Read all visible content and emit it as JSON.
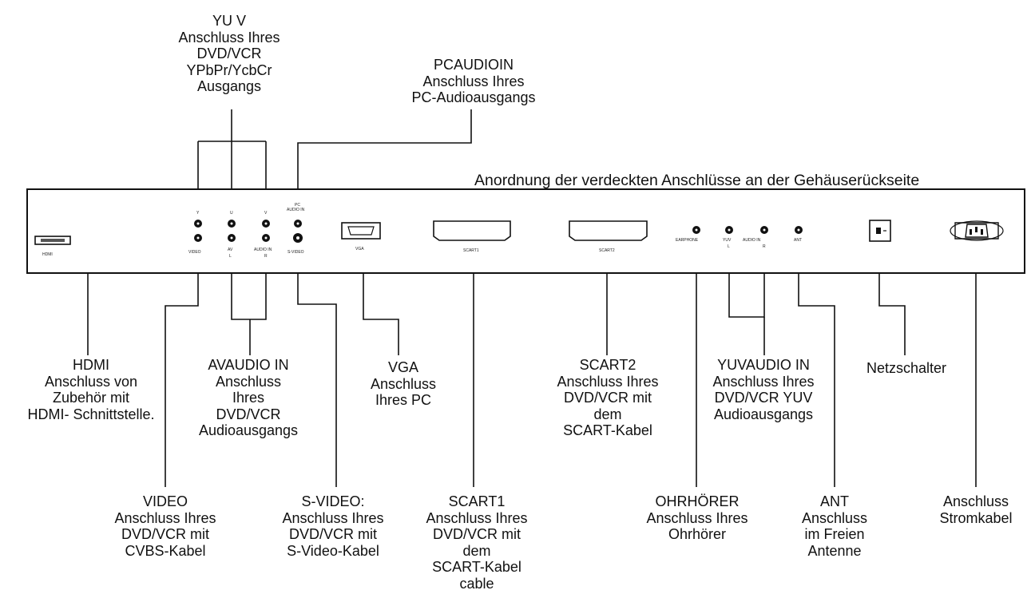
{
  "header": {
    "title": "Anordnung der verdeckten Anschlüsse an der Gehäuserückseite"
  },
  "panel_labels": {
    "hdmi": "HDMI",
    "y": "Y",
    "u": "U",
    "v": "V",
    "pc_audio_in_1": "PC",
    "pc_audio_in_2": "AUDIO IN",
    "video": "VIDEO",
    "av_1": "AV",
    "av_2": "L",
    "audio_in_1": "AUDIO IN",
    "audio_in_2": "R",
    "s_video": "S-VIDEO",
    "vga": "VGA",
    "scart1": "SCART1",
    "scart2": "SCART2",
    "earphone": "EARPHONE",
    "yuv_l_1": "YUV",
    "yuv_l_2": "L",
    "yuv_r_1": "AUDIO IN",
    "yuv_r_2": "R",
    "ant": "ANT"
  },
  "callouts": {
    "yuv_top": [
      "YU  V",
      "Anschluss Ihres",
      "DVD/VCR",
      "YPbPr/YcbCr",
      "Ausgangs"
    ],
    "pc_audio": [
      "PCAUDIOIN",
      "Anschluss Ihres",
      "PC-Audioausgangs"
    ],
    "hdmi": [
      "HDMI",
      "Anschluss von",
      "Zubehör mit",
      "HDMI- Schnittstelle."
    ],
    "av_audio": [
      "AVAUDIO IN",
      "Anschluss",
      "Ihres",
      "DVD/VCR",
      "Audioausgangs"
    ],
    "vga": [
      "VGA",
      "Anschluss",
      "Ihres PC"
    ],
    "scart2": [
      "SCART2",
      "Anschluss Ihres",
      "DVD/VCR mit",
      "dem",
      "SCART-Kabel"
    ],
    "yuv_audio": [
      "YUVAUDIO IN",
      "Anschluss Ihres",
      "DVD/VCR YUV",
      "Audioausgangs"
    ],
    "netz": [
      "Netzschalter"
    ],
    "video": [
      "VIDEO",
      "Anschluss Ihres",
      "DVD/VCR mit",
      "CVBS-Kabel"
    ],
    "s_video": [
      "S-VIDEO:",
      "Anschluss Ihres",
      "DVD/VCR mit",
      "S-Video-Kabel"
    ],
    "scart1": [
      "SCART1",
      "Anschluss Ihres",
      "DVD/VCR mit",
      "dem",
      "SCART-Kabel",
      "cable"
    ],
    "ohr": [
      "OHRHÖRER",
      "Anschluss Ihres",
      "Ohrhörer"
    ],
    "ant": [
      "ANT",
      "Anschluss",
      "im Freien",
      "Antenne"
    ],
    "strom": [
      "Anschluss",
      "Stromkabel"
    ]
  }
}
